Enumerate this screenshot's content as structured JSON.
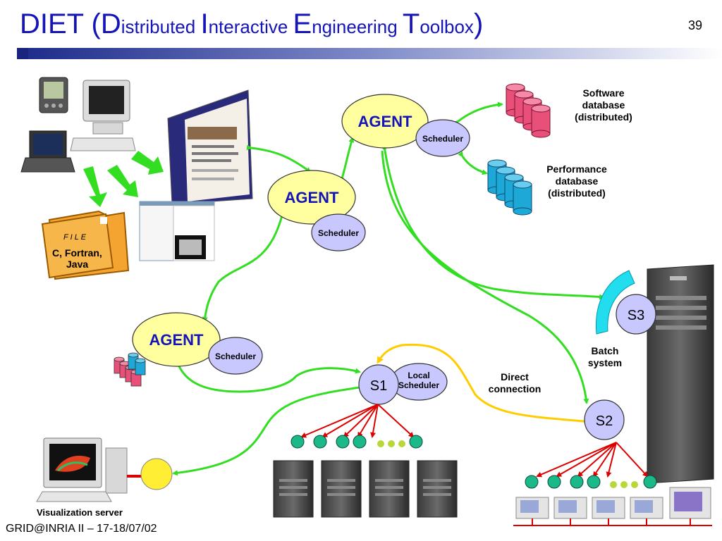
{
  "title": {
    "prefix": "DIET (",
    "w1_cap": "D",
    "w1_rest": "istributed ",
    "w2_cap": "I",
    "w2_rest": "nteractive ",
    "w3_cap": "E",
    "w3_rest": "ngineering ",
    "w4_cap": "T",
    "w4_rest": "oolbox",
    "suffix": ")"
  },
  "page_number": "39",
  "footer": "GRID@INRIA II  – 17-18/07/02",
  "agents": [
    {
      "label": "AGENT",
      "scheduler": "Scheduler"
    },
    {
      "label": "AGENT",
      "scheduler": "Scheduler"
    },
    {
      "label": "AGENT",
      "scheduler": "Scheduler"
    }
  ],
  "databases": {
    "software": [
      "Software",
      "database",
      "(distributed)"
    ],
    "performance": [
      "Performance",
      "database",
      "(distributed)"
    ]
  },
  "file_folder": {
    "tab": "F I L E",
    "line1": "C, Fortran,",
    "line2": "Java"
  },
  "servers": {
    "s1": "S1",
    "s1_scheduler": [
      "Local",
      "Scheduler"
    ],
    "s2": "S2",
    "s3": "S3"
  },
  "labels": {
    "batch": [
      "Batch",
      "system"
    ],
    "direct": [
      "Direct",
      "connection"
    ],
    "visualization": "Visualization server"
  },
  "colors": {
    "title": "#1414b8",
    "agent_fill": "#ffffa0",
    "scheduler_fill": "#c8c8ff",
    "green_arrow": "#33dd22",
    "yellow_arrow": "#ffcc00",
    "red_line": "#dd0000",
    "pink_db": "#e8507a",
    "blue_db": "#1ea8d8",
    "node_green": "#1bb88a"
  }
}
